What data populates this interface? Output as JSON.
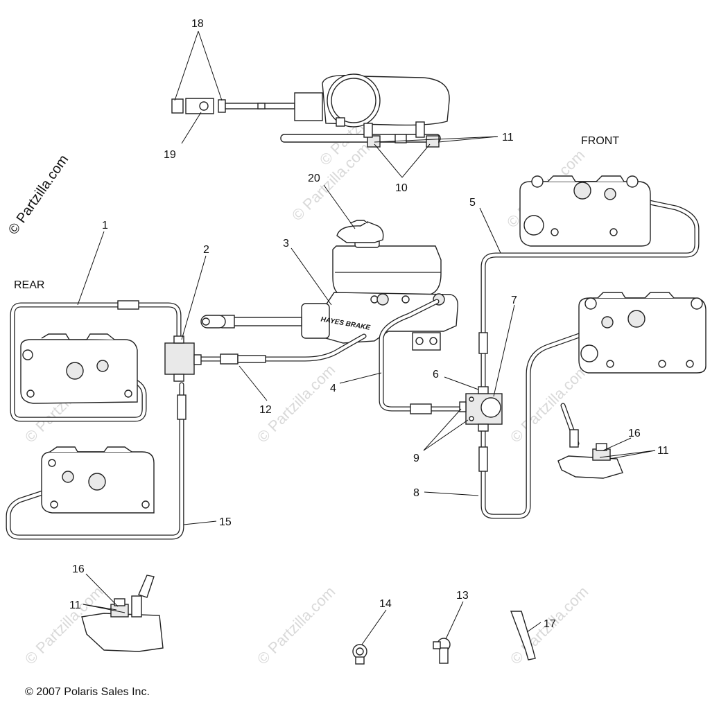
{
  "callouts": {
    "c1": "1",
    "c2": "2",
    "c3": "3",
    "c4": "4",
    "c5": "5",
    "c6": "6",
    "c7": "7",
    "c8": "8",
    "c9": "9",
    "c10": "10",
    "c11a": "11",
    "c11b": "11",
    "c11c": "11",
    "c12": "12",
    "c13": "13",
    "c14": "14",
    "c15": "15",
    "c16a": "16",
    "c16b": "16",
    "c17": "17",
    "c18": "18",
    "c19": "19",
    "c20": "20"
  },
  "labels": {
    "rear": "REAR",
    "front": "FRONT",
    "brand": "HAYES BRAKE"
  },
  "watermark": "© Partzilla.com",
  "side_watermark": "© Partzilla.com",
  "copyright": "© 2007 Polaris Sales Inc."
}
